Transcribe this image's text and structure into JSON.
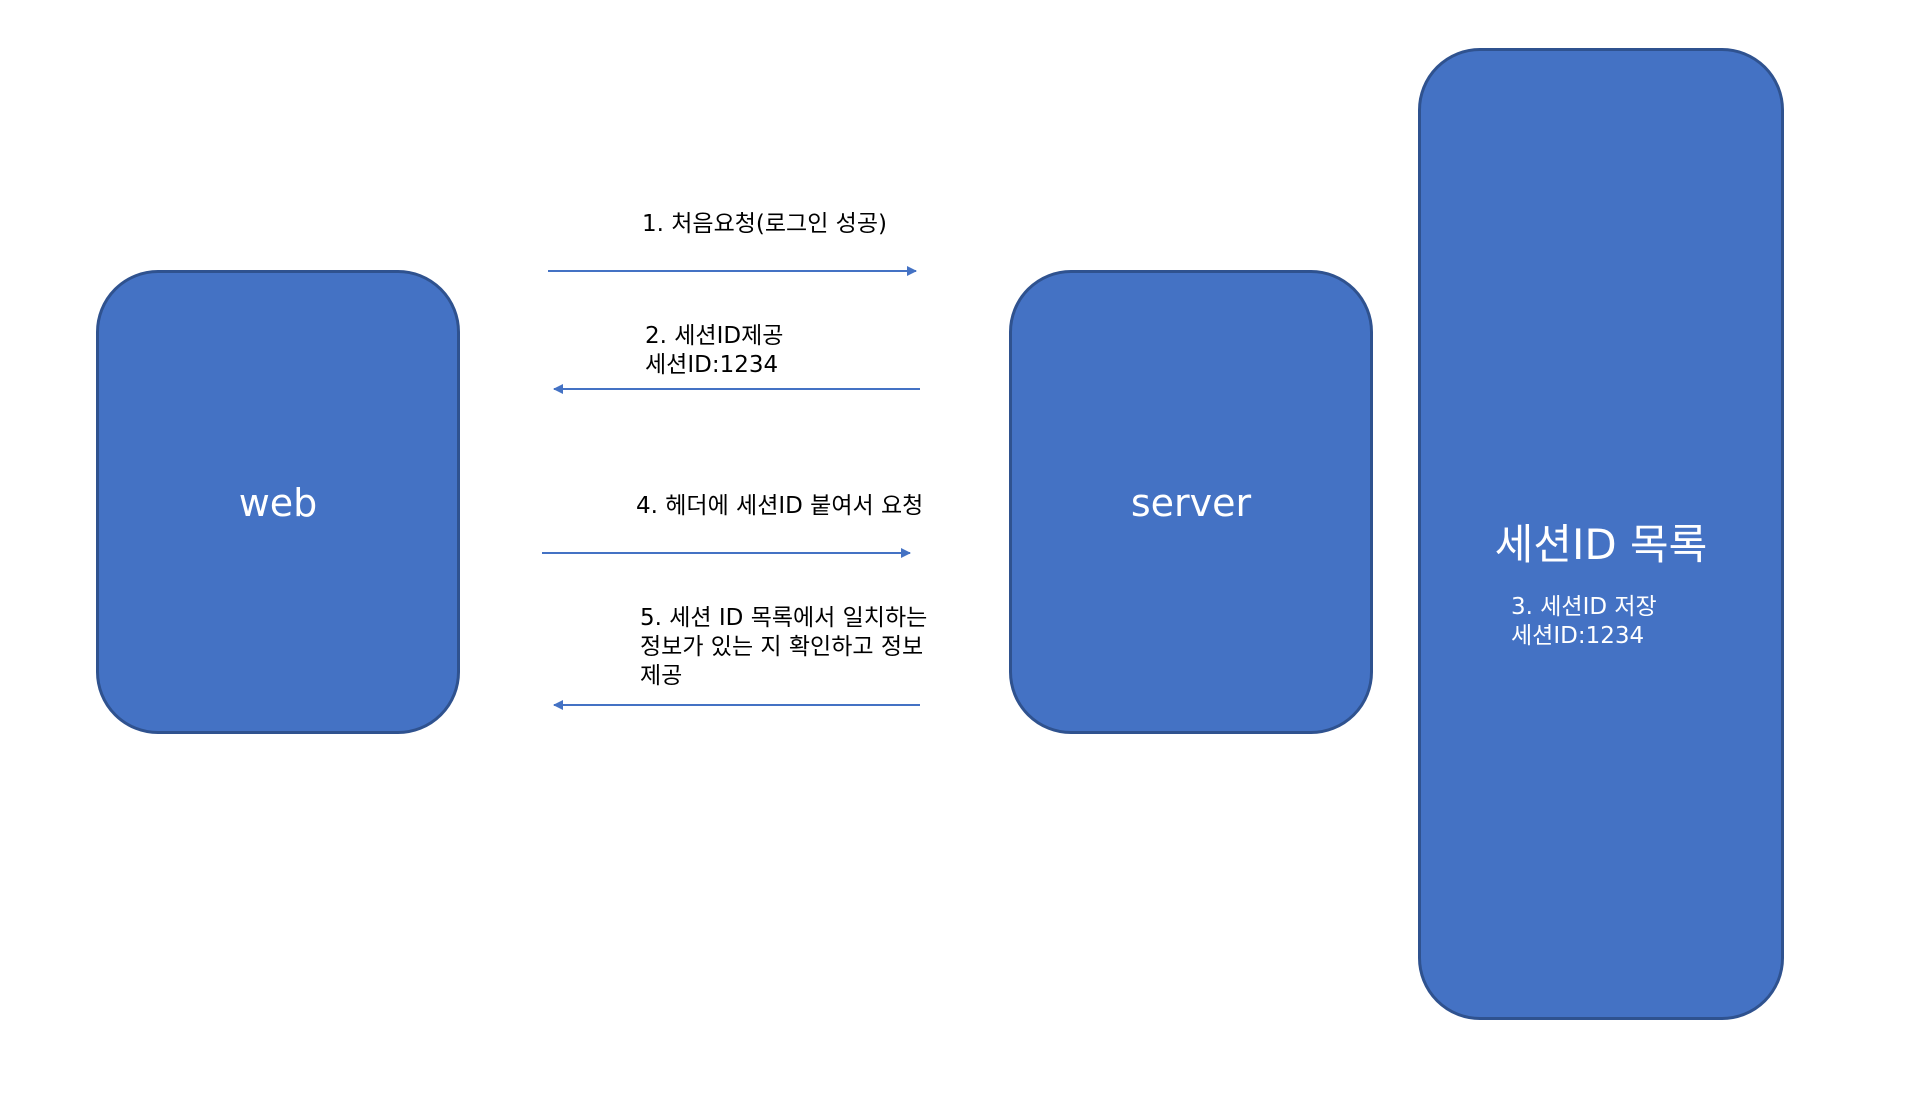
{
  "colors": {
    "box_fill": "#4472c4",
    "box_border": "#2f528f",
    "arrow": "#4472c4",
    "text_dark": "#000000",
    "text_light": "#ffffff"
  },
  "nodes": {
    "web": "web",
    "server": "server",
    "session_list": "세션ID 목록"
  },
  "store_note": {
    "line1": "3. 세션ID 저장",
    "line2": "세션ID:1234"
  },
  "messages": {
    "step1": {
      "line1": "1. 처음요청(로그인 성공)",
      "direction": "right"
    },
    "step2": {
      "line1": "2. 세션ID제공",
      "line2": "세션ID:1234",
      "direction": "left"
    },
    "step4": {
      "line1": "4. 헤더에 세션ID 붙여서 요청",
      "direction": "right"
    },
    "step5": {
      "line1": "5. 세션 ID 목록에서 일치하는",
      "line2": "정보가 있는 지 확인하고 정보",
      "line3": "제공",
      "direction": "left"
    }
  }
}
